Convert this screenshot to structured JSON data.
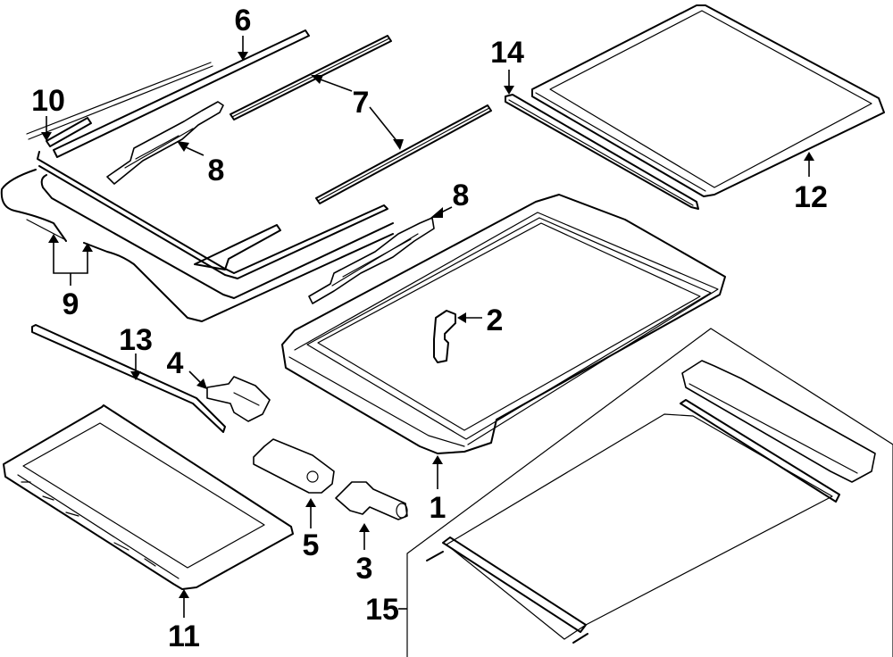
{
  "diagram": {
    "title": "Sunroof assembly exploded view",
    "callouts": {
      "c1": "1",
      "c2": "2",
      "c3": "3",
      "c4": "4",
      "c5": "5",
      "c6": "6",
      "c7": "7",
      "c8a": "8",
      "c8b": "8",
      "c9": "9",
      "c10": "10",
      "c11": "11",
      "c12": "12",
      "c13": "13",
      "c14": "14",
      "c15": "15"
    },
    "colors": {
      "line": "#000000",
      "background": "#ffffff"
    }
  }
}
